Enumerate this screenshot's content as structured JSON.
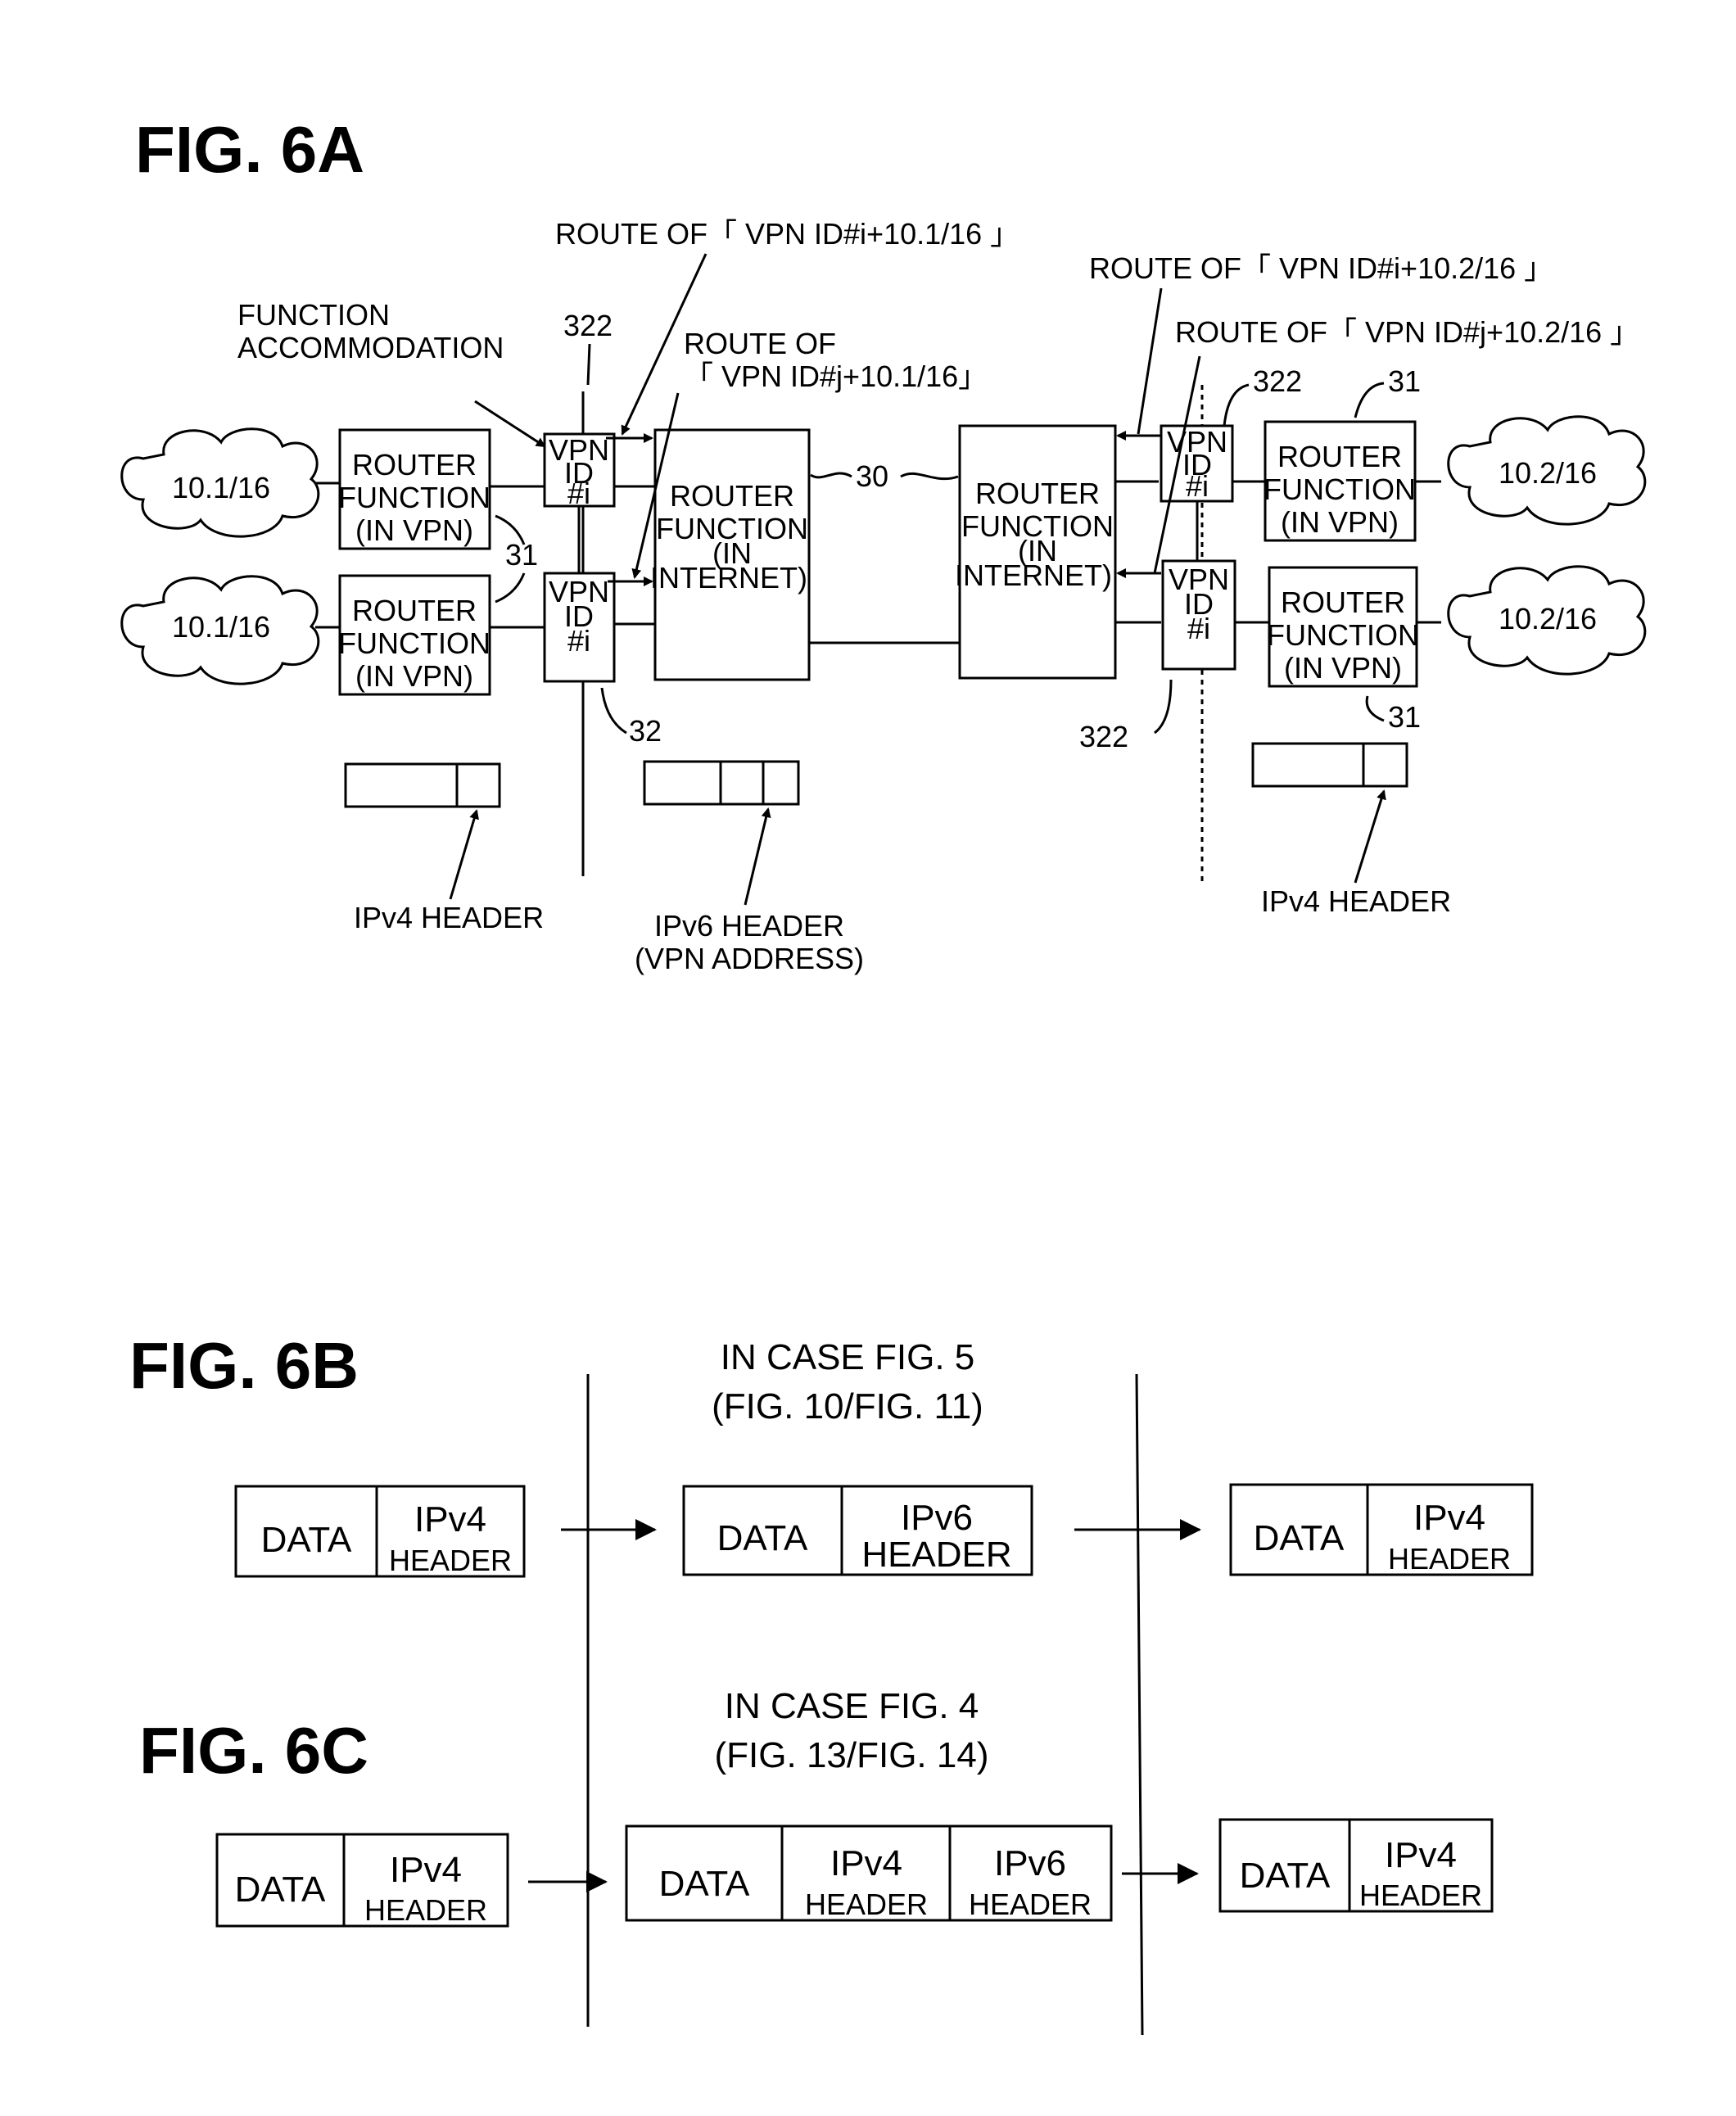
{
  "fig6a": {
    "title": "FIG. 6A",
    "route_i_10_1": "ROUTE OF「 VPN ID#i+10.1/16 」",
    "route_i_10_2": "ROUTE OF「 VPN ID#i+10.2/16 」",
    "route_j_10_2": "ROUTE OF「 VPN ID#j+10.2/16 」",
    "route_j_10_1_line1": "ROUTE OF",
    "route_j_10_1_line2": "「 VPN ID#j+10.1/16」",
    "function_accommodation_line1": "FUNCTION",
    "function_accommodation_line2": "ACCOMMODATION",
    "ref_322": "322",
    "ref_30": "30",
    "ref_31": "31",
    "ref_32": "32",
    "cloud_left": "10.1/16",
    "cloud_right": "10.2/16",
    "router_vpn": [
      "ROUTER",
      "FUNCTION",
      "(IN VPN)"
    ],
    "router_internet": [
      "ROUTER",
      "FUNCTION",
      "(IN",
      "INTERNET)"
    ],
    "vpn_box": [
      "VPN",
      "ID",
      "#i"
    ],
    "ipv4_header": "IPv4 HEADER",
    "ipv6_header_line1": "IPv6 HEADER",
    "ipv6_header_line2": "(VPN ADDRESS)"
  },
  "fig6b": {
    "title": "FIG. 6B",
    "case_line1": "IN CASE FIG. 5",
    "case_line2": "(FIG. 10/FIG. 11)",
    "data": "DATA",
    "ipv4": "IPv4",
    "ipv6": "IPv6",
    "header": "HEADER"
  },
  "fig6c": {
    "title": "FIG. 6C",
    "case_line1": "IN CASE FIG. 4",
    "case_line2": "(FIG. 13/FIG. 14)",
    "data": "DATA",
    "ipv4": "IPv4",
    "ipv6": "IPv6",
    "header": "HEADER"
  }
}
